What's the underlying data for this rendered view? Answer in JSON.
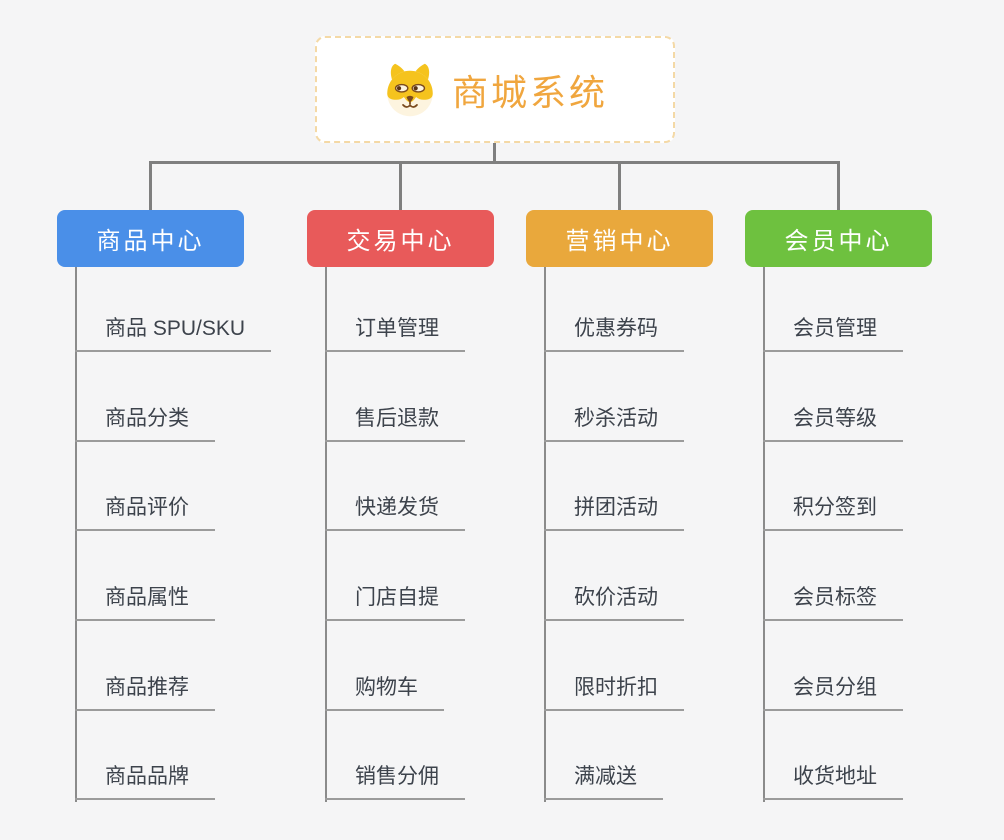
{
  "root": {
    "title": "商城系统",
    "icon": "dog-face-icon",
    "title_color": "#f0a63e",
    "border_color": "#f4d9a6"
  },
  "colors": {
    "background": "#f5f5f6",
    "connector": "#7f7f7f",
    "leaf_text": "#3d434c",
    "leaf_underline": "#9b9b9b"
  },
  "branches": [
    {
      "label": "商品中心",
      "color": "#4a8fe8",
      "items": [
        "商品 SPU/SKU",
        "商品分类",
        "商品评价",
        "商品属性",
        "商品推荐",
        "商品品牌"
      ]
    },
    {
      "label": "交易中心",
      "color": "#e85a5a",
      "items": [
        "订单管理",
        "售后退款",
        "快递发货",
        "门店自提",
        "购物车",
        "销售分佣"
      ]
    },
    {
      "label": "营销中心",
      "color": "#e9a83c",
      "items": [
        "优惠券码",
        "秒杀活动",
        "拼团活动",
        "砍价活动",
        "限时折扣",
        "满减送"
      ]
    },
    {
      "label": "会员中心",
      "color": "#6ec13f",
      "items": [
        "会员管理",
        "会员等级",
        "积分签到",
        "会员标签",
        "会员分组",
        "收货地址"
      ]
    }
  ]
}
